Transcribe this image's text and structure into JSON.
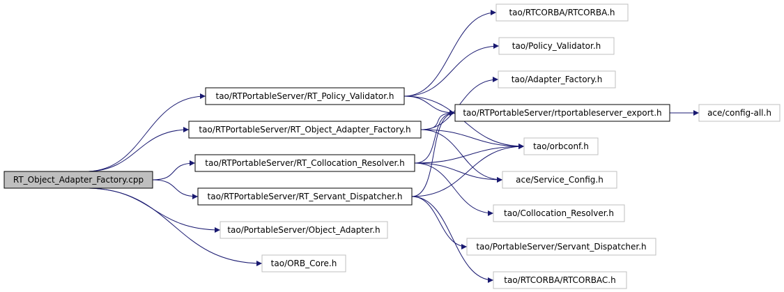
{
  "colors": {
    "edge": "#191970",
    "root_fill": "#bfbfbf",
    "box_border_solid": "#000000",
    "box_border_faded": "#bfbfbf",
    "box_fill": "#ffffff",
    "text": "#000000"
  },
  "nodes": [
    {
      "id": "root",
      "label": "RT_Object_Adapter_Factory.cpp",
      "style": "root"
    },
    {
      "id": "rtcorba",
      "label": "tao/RTCORBA/RTCORBA.h",
      "style": "faded"
    },
    {
      "id": "policy_validator",
      "label": "tao/Policy_Validator.h",
      "style": "faded"
    },
    {
      "id": "adapter_factory",
      "label": "tao/Adapter_Factory.h",
      "style": "faded"
    },
    {
      "id": "rt_policy_validator",
      "label": "tao/RTPortableServer/RT_Policy_Validator.h",
      "style": "solid"
    },
    {
      "id": "rtps_export",
      "label": "tao/RTPortableServer/rtportableserver_export.h",
      "style": "solid"
    },
    {
      "id": "config_all",
      "label": "ace/config-all.h",
      "style": "faded"
    },
    {
      "id": "rt_oaf",
      "label": "tao/RTPortableServer/RT_Object_Adapter_Factory.h",
      "style": "solid"
    },
    {
      "id": "orbconf",
      "label": "tao/orbconf.h",
      "style": "faded"
    },
    {
      "id": "rt_coll",
      "label": "tao/RTPortableServer/RT_Collocation_Resolver.h",
      "style": "solid"
    },
    {
      "id": "service_config",
      "label": "ace/Service_Config.h",
      "style": "faded"
    },
    {
      "id": "rt_servant",
      "label": "tao/RTPortableServer/RT_Servant_Dispatcher.h",
      "style": "solid"
    },
    {
      "id": "coll_resolver",
      "label": "tao/Collocation_Resolver.h",
      "style": "faded"
    },
    {
      "id": "object_adapter",
      "label": "tao/PortableServer/Object_Adapter.h",
      "style": "faded"
    },
    {
      "id": "servant_dispatcher",
      "label": "tao/PortableServer/Servant_Dispatcher.h",
      "style": "faded"
    },
    {
      "id": "orb_core",
      "label": "tao/ORB_Core.h",
      "style": "faded"
    },
    {
      "id": "rtcorbac",
      "label": "tao/RTCORBA/RTCORBAC.h",
      "style": "faded"
    }
  ],
  "edges": [
    {
      "from": "root",
      "to": "rt_policy_validator"
    },
    {
      "from": "root",
      "to": "rt_oaf"
    },
    {
      "from": "root",
      "to": "rt_coll"
    },
    {
      "from": "root",
      "to": "rt_servant"
    },
    {
      "from": "root",
      "to": "object_adapter"
    },
    {
      "from": "root",
      "to": "orb_core"
    },
    {
      "from": "rt_policy_validator",
      "to": "rtcorba"
    },
    {
      "from": "rt_policy_validator",
      "to": "policy_validator"
    },
    {
      "from": "rt_policy_validator",
      "to": "rtps_export"
    },
    {
      "from": "rt_policy_validator",
      "to": "orbconf"
    },
    {
      "from": "rt_oaf",
      "to": "adapter_factory"
    },
    {
      "from": "rt_oaf",
      "to": "rtps_export"
    },
    {
      "from": "rt_oaf",
      "to": "orbconf"
    },
    {
      "from": "rt_oaf",
      "to": "service_config"
    },
    {
      "from": "rt_coll",
      "to": "rtps_export"
    },
    {
      "from": "rt_coll",
      "to": "orbconf"
    },
    {
      "from": "rt_coll",
      "to": "service_config"
    },
    {
      "from": "rt_coll",
      "to": "coll_resolver"
    },
    {
      "from": "rt_servant",
      "to": "rtps_export"
    },
    {
      "from": "rt_servant",
      "to": "orbconf"
    },
    {
      "from": "rt_servant",
      "to": "servant_dispatcher"
    },
    {
      "from": "rt_servant",
      "to": "rtcorbac"
    },
    {
      "from": "rtps_export",
      "to": "config_all"
    }
  ]
}
